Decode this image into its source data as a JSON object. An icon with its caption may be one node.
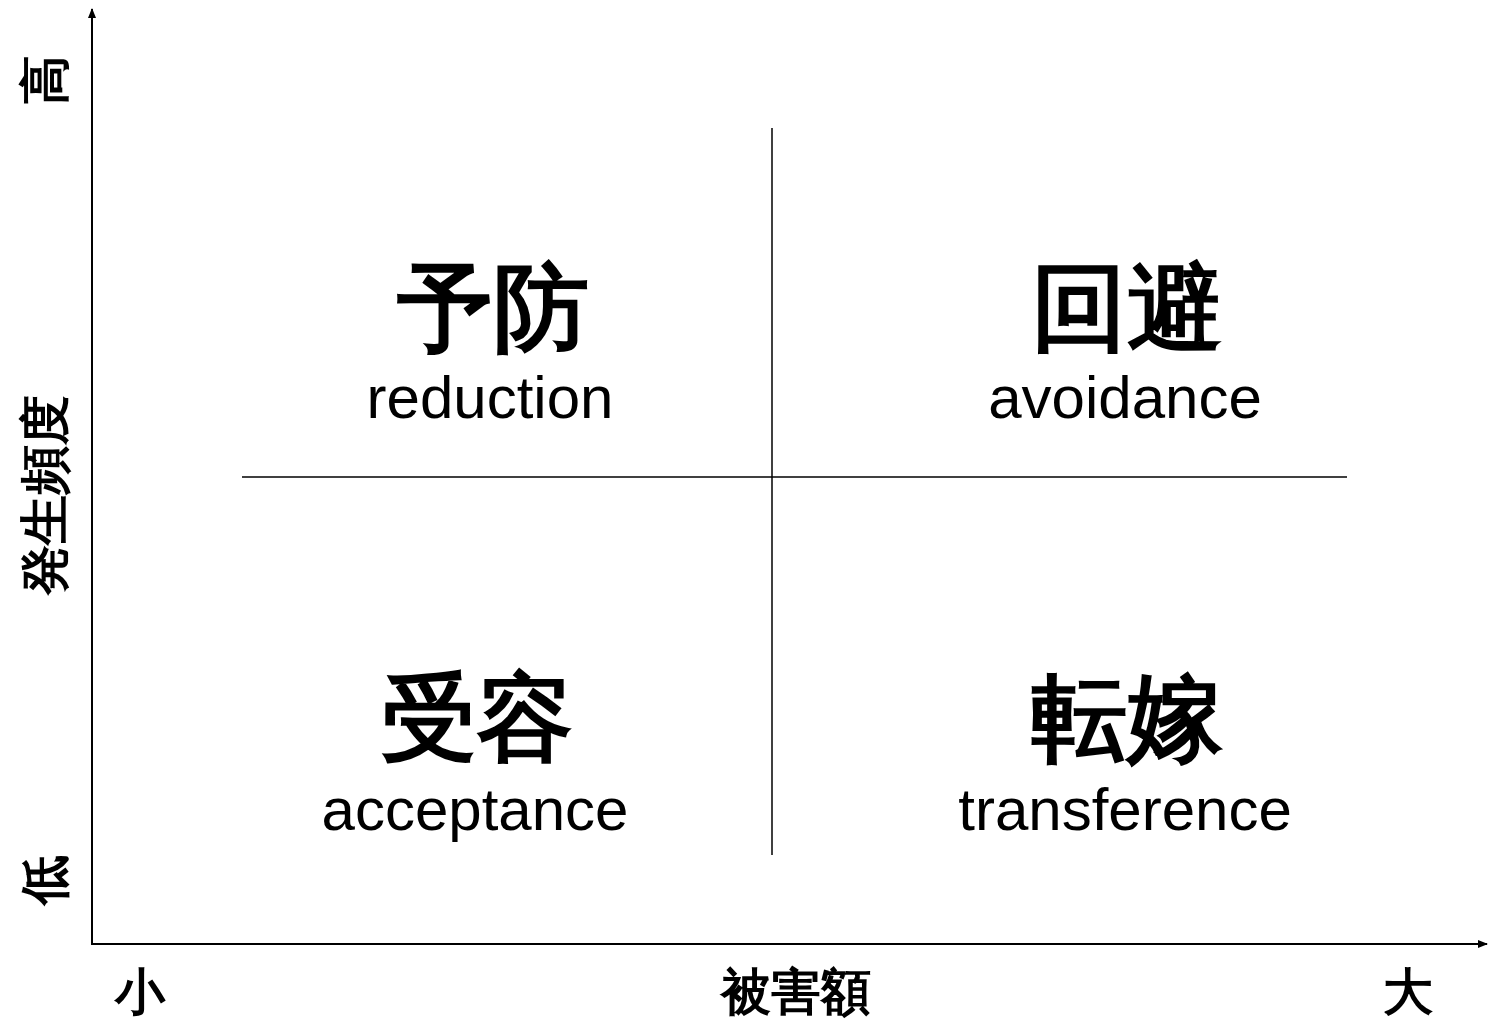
{
  "diagram": {
    "labels": [
      "高",
      "予防",
      "reduction",
      "回避",
      "avoidance",
      "発生頻度",
      "受容",
      "acceptance",
      "転嫁",
      "transference",
      "低",
      "小",
      "被害額",
      "大"
    ]
  }
}
